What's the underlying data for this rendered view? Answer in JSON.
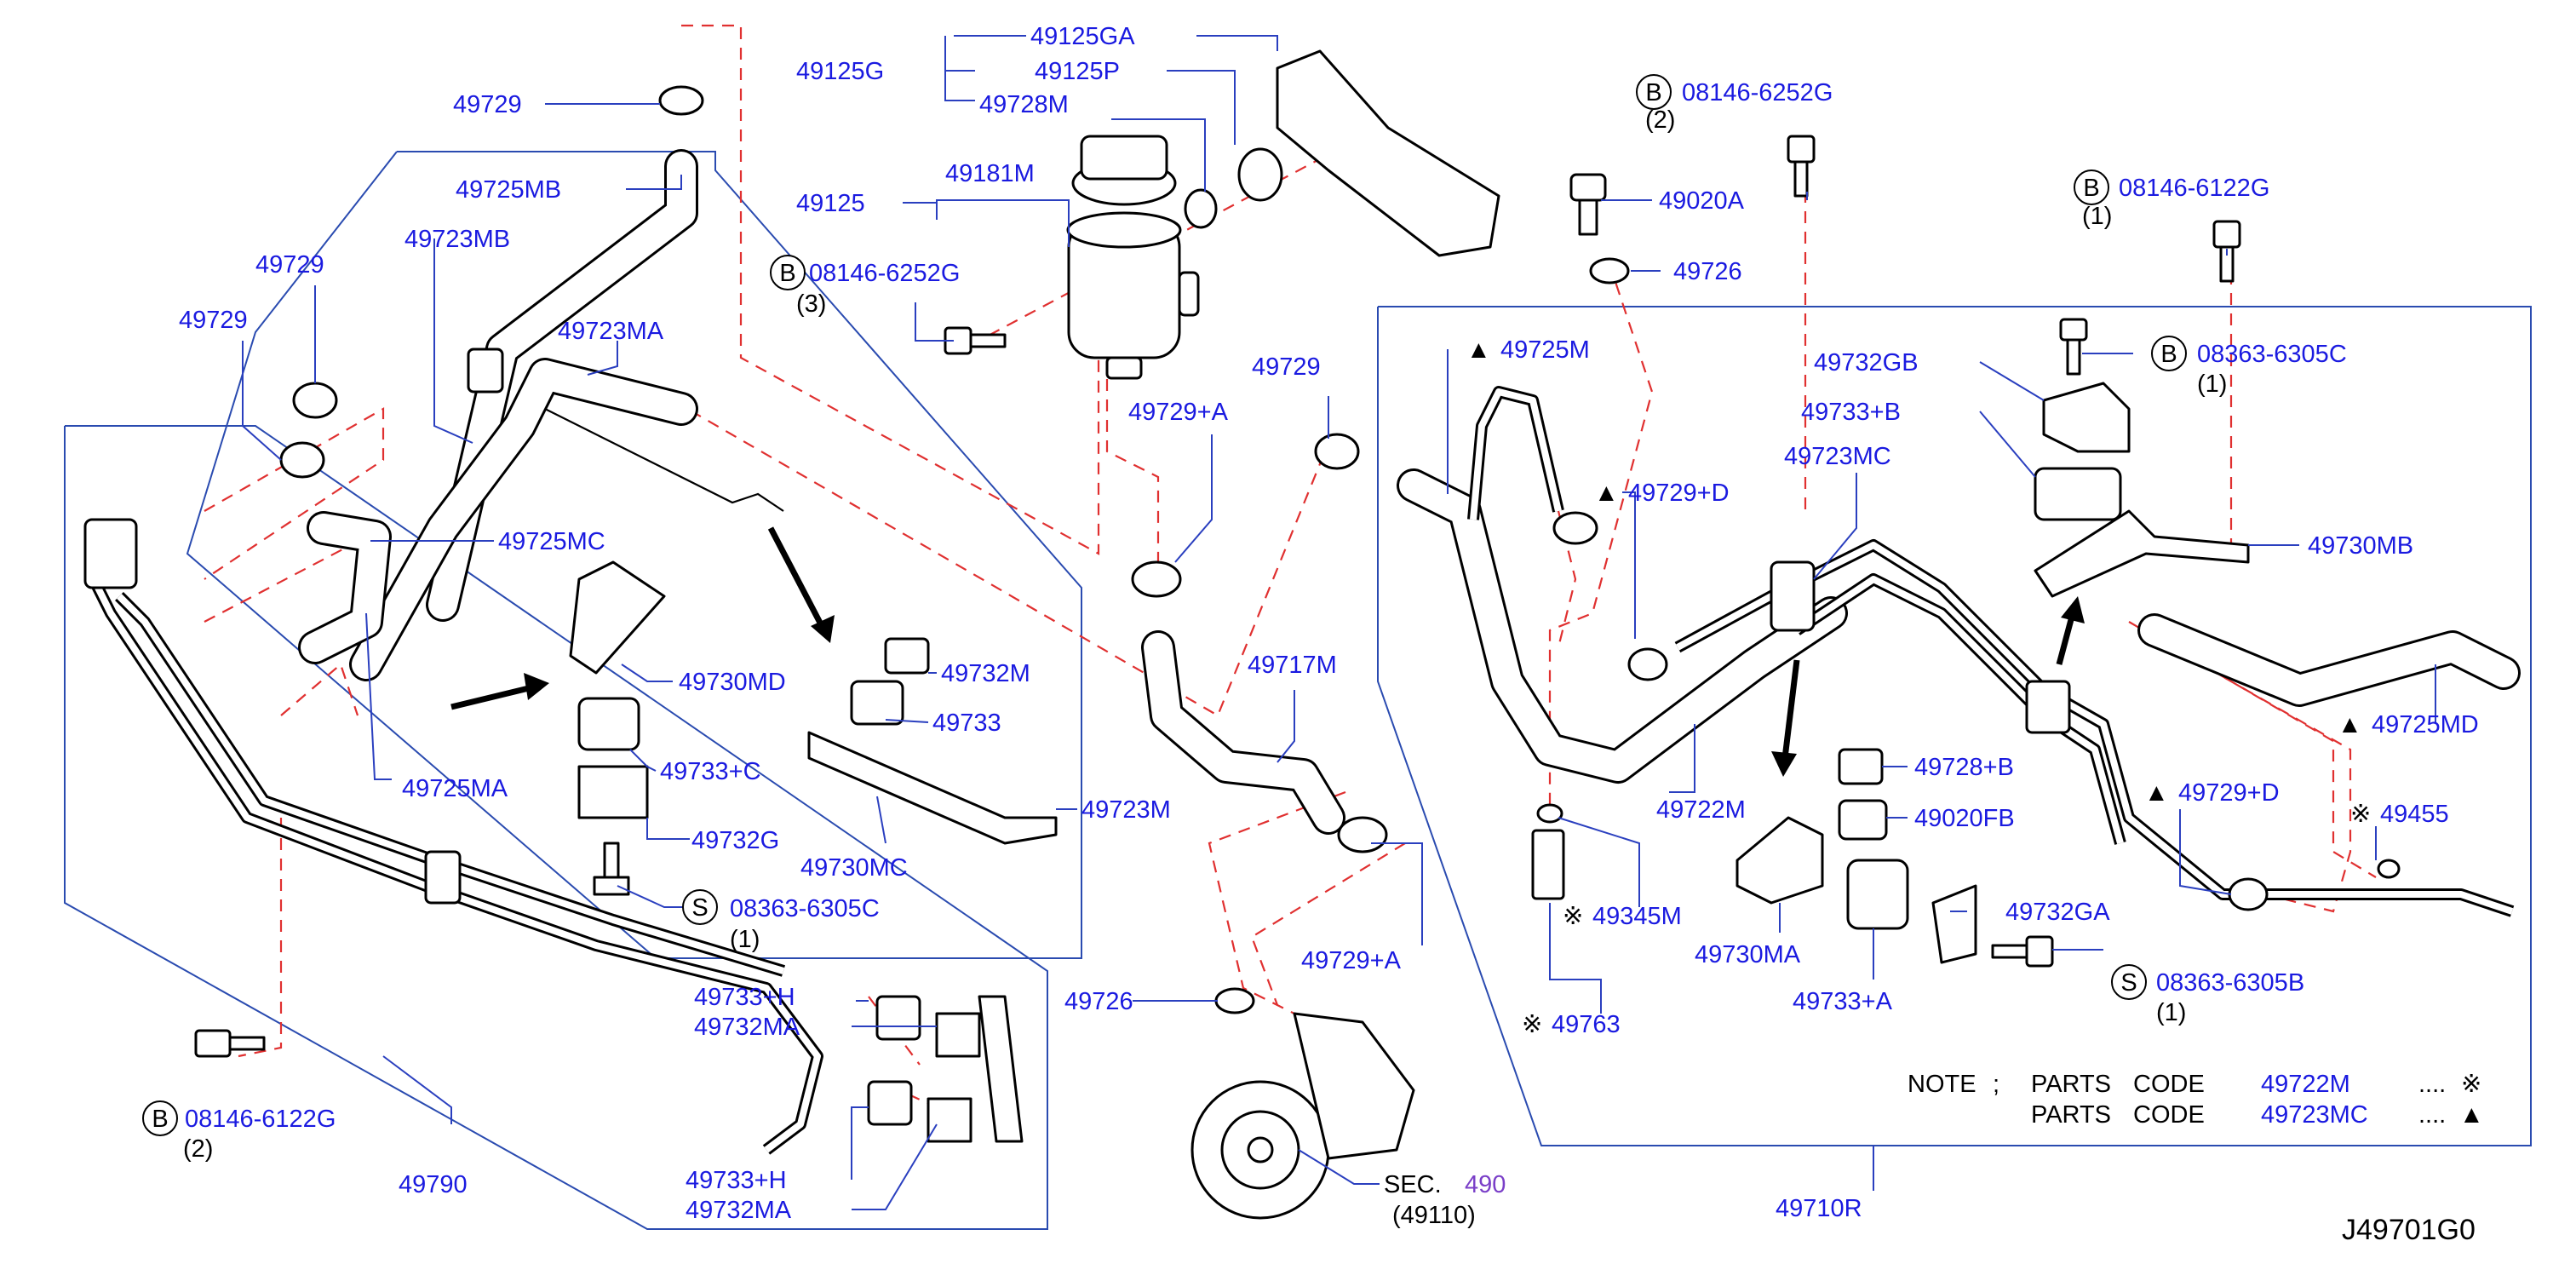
{
  "labels": {
    "l49729_top": "49729",
    "l49725MB": "49725MB",
    "l49723MB": "49723MB",
    "l49729_a": "49729",
    "l49729_b": "49729",
    "l49723MA": "49723MA",
    "l49725MC": "49725MC",
    "l49730MD": "49730MD",
    "l49733C": "49733+C",
    "l49732G": "49732G",
    "l49725MA": "49725MA",
    "l08363_6305C_left": "08363-6305C",
    "l08363_6305C_left_qty": "(1)",
    "l49732M": "49732M",
    "l49733": "49733",
    "l49730MC": "49730MC",
    "l49723M": "49723M",
    "l49125GA": "49125GA",
    "l49125G": "49125G",
    "l49125P": "49125P",
    "l49728M": "49728M",
    "l49181M": "49181M",
    "l49125": "49125",
    "l08146_6252G_left": "08146-6252G",
    "l08146_6252G_left_qty": "(3)",
    "l49729_mid": "49729",
    "l49729A_top": "49729+A",
    "l49717M": "49717M",
    "l49729A_bot": "49729+A",
    "l49726_bot": "49726",
    "lSEC": "SEC.",
    "lSEC_num": "490",
    "l49110": "(49110)",
    "l49733H_a": "49733+H",
    "l49732MA_a": "49732MA",
    "l49733H_b": "49733+H",
    "l49732MA_b": "49732MA",
    "l49790": "49790",
    "l08146_6122G_left": "08146-6122G",
    "l08146_6122G_left_qty": "(2)",
    "l08146_6252G_right": "08146-6252G",
    "l08146_6252G_right_qty": "(2)",
    "l49020A": "49020A",
    "l49726_top": "49726",
    "l08146_6122G_right": "08146-6122G",
    "l08146_6122G_right_qty": "(1)",
    "l08363_6305C_right": "08363-6305C",
    "l08363_6305C_right_qty": "(1)",
    "l49732GB": "49732GB",
    "l49733B": "49733+B",
    "l49725M": "49725M",
    "l49723MC": "49723MC",
    "l49729D_a": "49729+D",
    "l49730MB": "49730MB",
    "l49725MD": "49725MD",
    "l49722M": "49722M",
    "l49728B": "49728+B",
    "l49020FB": "49020FB",
    "l49729D_b": "49729+D",
    "l49455": "49455",
    "l49345M": "49345M",
    "l49730MA": "49730MA",
    "l49732GA": "49732GA",
    "l49733A": "49733+A",
    "l08363_6305B": "08363-6305B",
    "l08363_6305B_qty": "(1)",
    "l49763": "49763",
    "l49710R": "49710R"
  },
  "callouts": {
    "bolt_letter": "B",
    "screw_letter": "S"
  },
  "note": {
    "note_word": "NOTE",
    "separator": ";",
    "parts_a": "PARTS",
    "code_a": "CODE",
    "num_a": "49722M",
    "dots_a": "....",
    "sym_a": "※",
    "parts_b": "PARTS",
    "code_b": "CODE",
    "num_b": "49723MC",
    "dots_b": "....",
    "sym_b": "▲"
  },
  "markers": {
    "triangle": "▲",
    "asterisk": "※"
  },
  "diagram_code": "J49701G0",
  "colors": {
    "label_blue": "#1a1ae0",
    "leader_blue": "#2a3fbf",
    "dash_red": "#e03030",
    "sec_purple": "#7a3fc8"
  }
}
